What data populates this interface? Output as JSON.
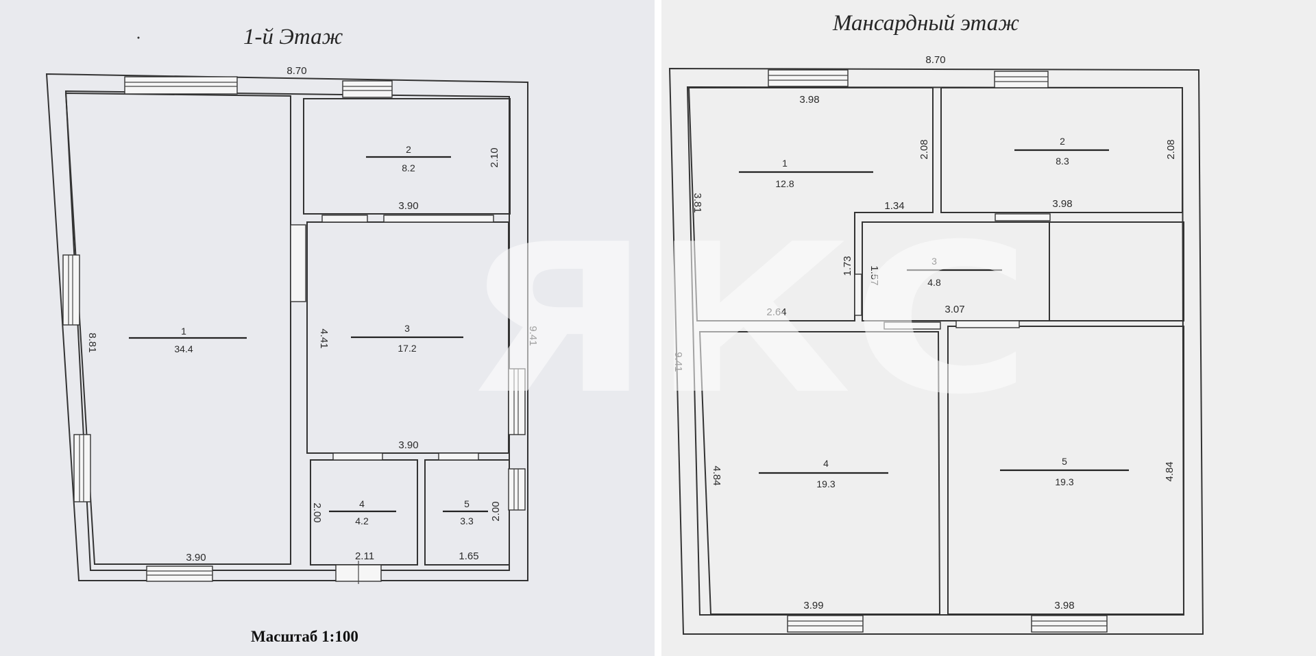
{
  "first_floor": {
    "title": "1-й Этаж",
    "scale_label": "Масштаб 1:100",
    "overall_width": "8.70",
    "overall_depth": "9.41",
    "rooms": [
      {
        "number": "1",
        "area": "34.4",
        "left_dim": "8.81",
        "bottom_dim": "3.90"
      },
      {
        "number": "2",
        "area": "8.2",
        "right_dim": "2.10",
        "bottom_dim": "3.90"
      },
      {
        "number": "3",
        "area": "17.2",
        "left_dim": "4.41",
        "bottom_dim": "3.90"
      },
      {
        "number": "4",
        "area": "4.2",
        "left_dim": "2.00",
        "bottom_dim": "2.11"
      },
      {
        "number": "5",
        "area": "3.3",
        "right_dim": "2.00",
        "bottom_dim": "1.65"
      }
    ]
  },
  "attic_floor": {
    "title": "Мансардный этаж",
    "overall_width": "8.70",
    "overall_depth": "9.41",
    "rooms": [
      {
        "number": "1",
        "area": "12.8",
        "top_dim": "3.98",
        "left_dim": "3.81",
        "right_dim": "2.08",
        "notch_dim": "1.34",
        "notch_side_dim": "1.73",
        "bottom_dim": "2.64"
      },
      {
        "number": "2",
        "area": "8.3",
        "right_dim": "2.08",
        "bottom_dim": "3.98"
      },
      {
        "number": "3",
        "area": "4.8",
        "left_dim": "1.57",
        "bottom_dim": "3.07"
      },
      {
        "number": "4",
        "area": "19.3",
        "left_dim": "4.84",
        "bottom_dim": "3.99"
      },
      {
        "number": "5",
        "area": "19.3",
        "right_dim": "4.84",
        "bottom_dim": "3.98"
      }
    ]
  },
  "watermark_text": "ЯКС"
}
